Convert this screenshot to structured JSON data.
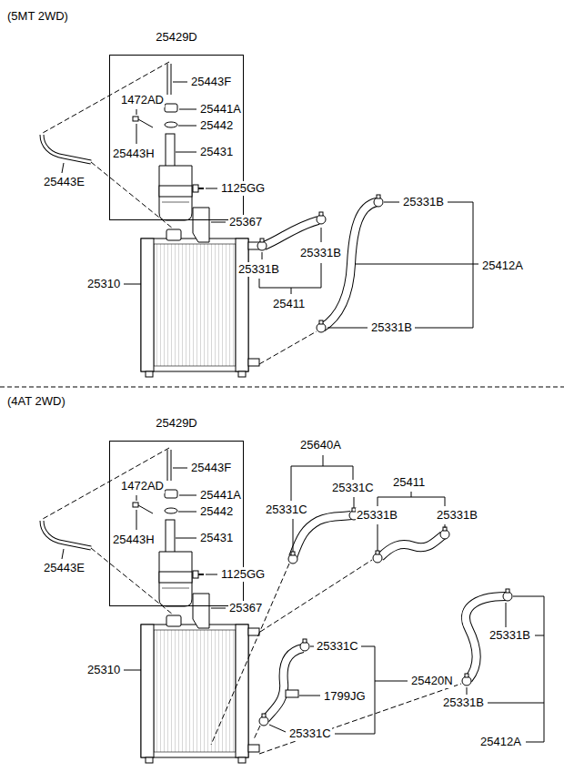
{
  "diagram": {
    "nodes": [
      {
        "text": [
          "25429D"
        ]
      },
      {
        "text": [
          "25429D"
        ]
      }
    ],
    "labels": [
      "(5MT 2WD)",
      "25443F",
      "1472AD",
      "25441A",
      "25442",
      "25443H",
      "25431",
      "25443E",
      "1125GG",
      "25367",
      "25331B",
      "25331B",
      "25331B",
      "25412A",
      "25310",
      "25411",
      "25331B",
      "(4AT 2WD)",
      "25443F",
      "1472AD",
      "25441A",
      "25442",
      "25443H",
      "25431",
      "25443E",
      "1125GG",
      "25367",
      "25640A",
      "25331C",
      "25331C",
      "25411",
      "25331B",
      "25331B",
      "25331B",
      "25310",
      "25331C",
      "25420N",
      "1799JG",
      "25331B",
      "25331C",
      "25412A"
    ]
  }
}
